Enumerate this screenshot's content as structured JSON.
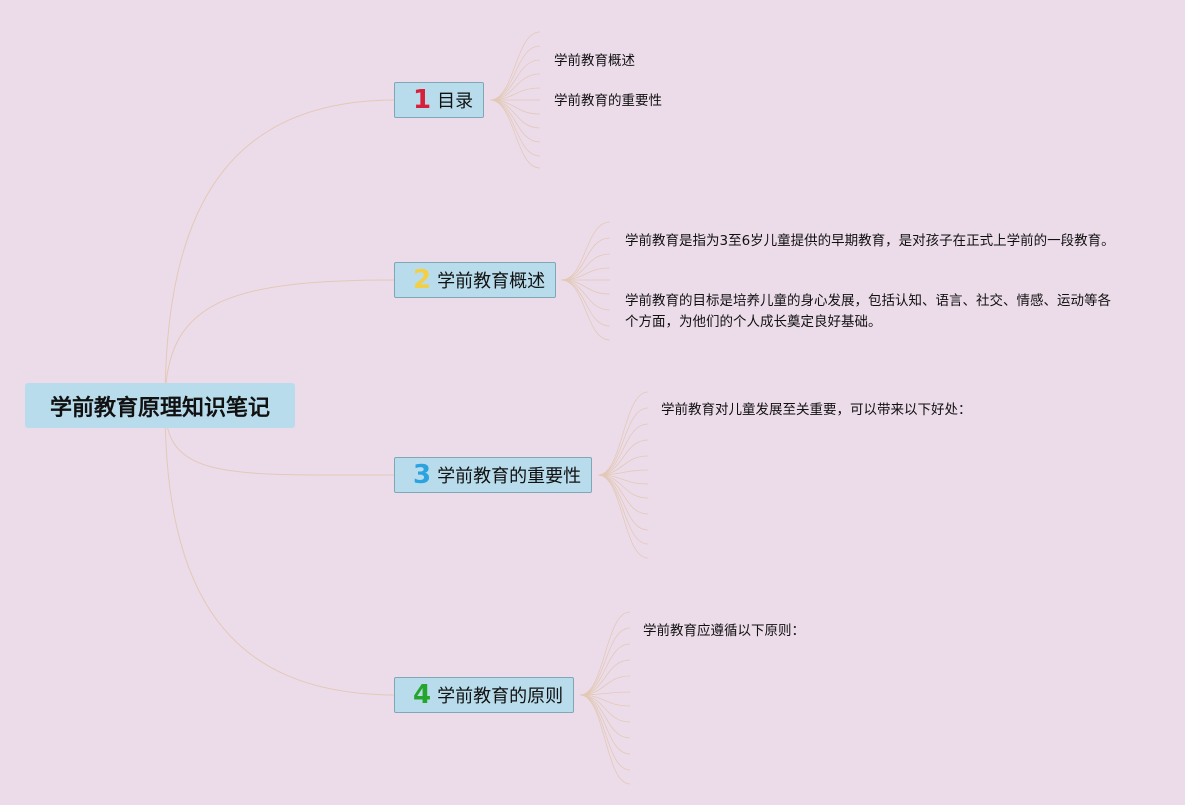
{
  "root": {
    "title": "学前教育原理知识笔记"
  },
  "branches": [
    {
      "num": "1",
      "label": "目录",
      "num_color": "#d7213b",
      "notes": [
        "学前教育概述",
        "学前教育的重要性"
      ]
    },
    {
      "num": "2",
      "label": "学前教育概述",
      "num_color": "#f3cf45",
      "notes": [
        "学前教育是指为3至6岁儿童提供的早期教育，是对孩子在正式上学前的一段教育。",
        "学前教育的目标是培养儿童的身心发展，包括认知、语言、社交、情感、运动等各个方面，为他们的个人成长奠定良好基础。"
      ]
    },
    {
      "num": "3",
      "label": "学前教育的重要性",
      "num_color": "#2aa3e0",
      "notes": [
        "学前教育对儿童发展至关重要，可以带来以下好处："
      ]
    },
    {
      "num": "4",
      "label": "学前教育的原则",
      "num_color": "#26a52d",
      "notes": [
        "学前教育应遵循以下原则："
      ]
    }
  ],
  "colors": {
    "background": "#ecdcea",
    "node_fill": "#b8dcec",
    "node_border": "#7fa7b6",
    "link": "#e2c9b6"
  }
}
